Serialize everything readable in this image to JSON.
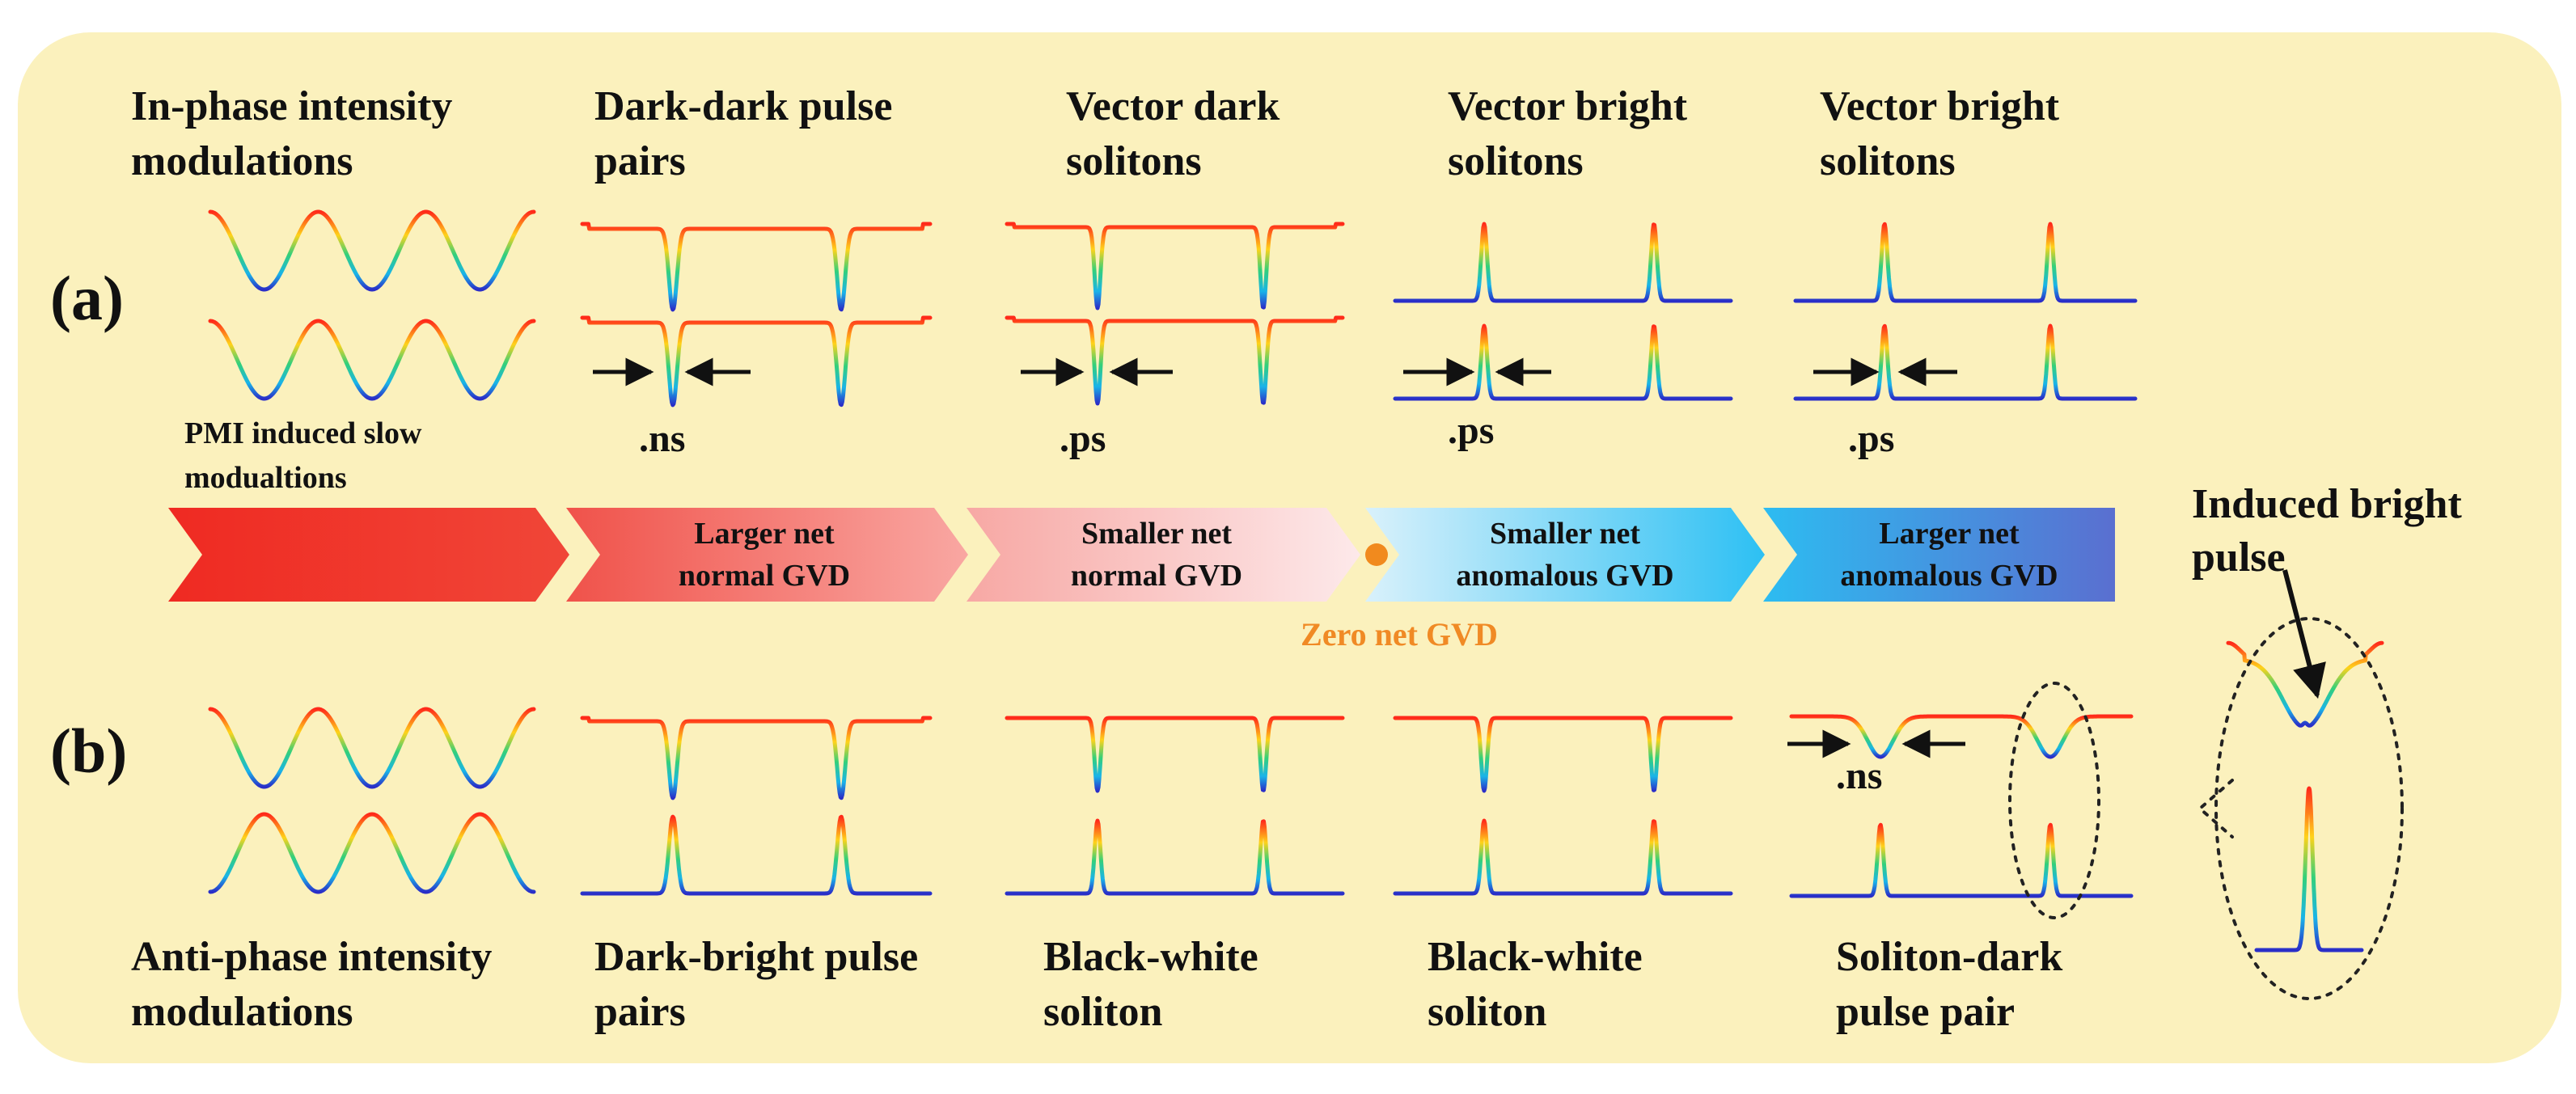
{
  "top_titles": [
    {
      "line1": "In-phase intensity",
      "line2": "modulations"
    },
    {
      "line1": "Dark-dark pulse",
      "line2": "pairs"
    },
    {
      "line1": "Vector dark",
      "line2": "solitons"
    },
    {
      "line1": "Vector bright",
      "line2": "solitons"
    },
    {
      "line1": "Vector bright",
      "line2": "solitons"
    }
  ],
  "bottom_titles": [
    {
      "line1": "Anti-phase intensity",
      "line2": "modulations"
    },
    {
      "line1": "Dark-bright pulse",
      "line2": "pairs"
    },
    {
      "line1": "Black-white",
      "line2": "soliton"
    },
    {
      "line1": "Black-white",
      "line2": "soliton"
    },
    {
      "line1": "Soliton-dark",
      "line2": "pulse pair"
    }
  ],
  "panel_labels": {
    "a": "(a)",
    "b": "(b)"
  },
  "pmi_note": {
    "line1": "PMI induced slow",
    "line2": "modualtions"
  },
  "width_labels_top": [
    ".ns",
    ".ps",
    ".ps",
    ".ps"
  ],
  "width_label_bottom": ".ns",
  "gvd_arrows": [
    {
      "line1": "",
      "line2": ""
    },
    {
      "line1": "Larger net",
      "line2": "normal GVD"
    },
    {
      "line1": "Smaller net",
      "line2": "normal GVD"
    },
    {
      "line1": "Smaller net",
      "line2": "anomalous GVD"
    },
    {
      "line1": "Larger net",
      "line2": "anomalous GVD"
    }
  ],
  "zero_gvd_label": "Zero net GVD",
  "induced_label": {
    "line1": "Induced bright",
    "line2": "pulse"
  },
  "colors": {
    "background_panel": "#fbf1bd",
    "zero_gvd_dot": "#f18a1e",
    "zero_gvd_text": "#f08a25",
    "arrow_red": "#ef2a22",
    "arrow_blue": "#5a6fd0",
    "trace_red": "#ff2a1a",
    "trace_blue": "#2a2ec8"
  }
}
